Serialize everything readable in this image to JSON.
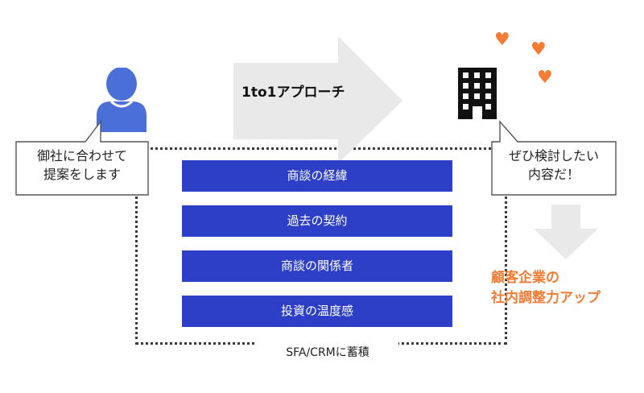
{
  "arrow": {
    "label": "1to1アプローチ"
  },
  "left_callout": {
    "text": "御社に合わせて\n提案をします"
  },
  "right_callout": {
    "text": "ぜひ検討したい\n内容だ！"
  },
  "bars": [
    {
      "label": "商談の経緯"
    },
    {
      "label": "過去の契約"
    },
    {
      "label": "商談の関係者"
    },
    {
      "label": "投資の温度感"
    }
  ],
  "result": {
    "line1": "顧客企業の",
    "line2": "社内調整力アップ"
  },
  "container": {
    "label": "SFA/CRMに蓄積"
  },
  "icons": {
    "person": "person-icon",
    "building": "building-icon",
    "heart": "heart-icon",
    "big_arrow": "right-arrow-icon",
    "down_arrow": "down-arrow-icon"
  },
  "colors": {
    "bar_blue": "#2c3fc6",
    "person_blue": "#4a6fd8",
    "accent_orange": "#f47b34",
    "arrow_gray": "#e9e9e9"
  }
}
